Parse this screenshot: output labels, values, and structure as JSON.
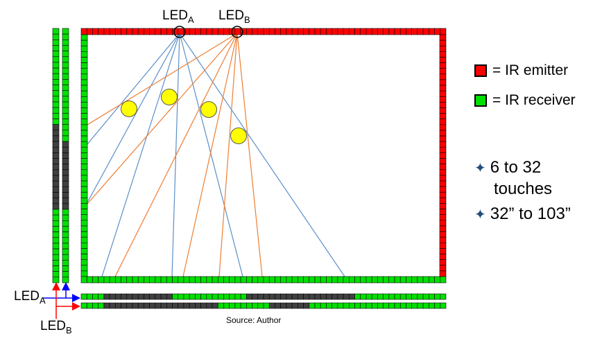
{
  "labels": {
    "led_a_top": {
      "main": "LED",
      "sub": "A"
    },
    "led_b_top": {
      "main": "LED",
      "sub": "B"
    },
    "led_a_side": {
      "main": "LED",
      "sub": "A"
    },
    "led_b_side": {
      "main": "LED",
      "sub": "B"
    },
    "source": "Source: Author"
  },
  "legend": [
    {
      "text": "= IR emitter",
      "color": "#ff0000"
    },
    {
      "text": "= IR receiver",
      "color": "#00e000"
    }
  ],
  "bullets": [
    {
      "line1": "6 to 32",
      "line2": "touches"
    },
    {
      "line1": "32” to 103”",
      "line2": ""
    }
  ],
  "colors": {
    "emitter": "#ff0000",
    "receiver": "#00e000",
    "inactive": "#404040",
    "ray_a": "#5b8ec9",
    "ray_b": "#ed7d31",
    "touch": "#ffff00",
    "arrow_a": "#0000ff",
    "arrow_b": "#ff0000",
    "bullet": "#1f4e79"
  },
  "icons": [
    "star-bullet-icon",
    "circle-touch-icon",
    "arrow-icon"
  ]
}
